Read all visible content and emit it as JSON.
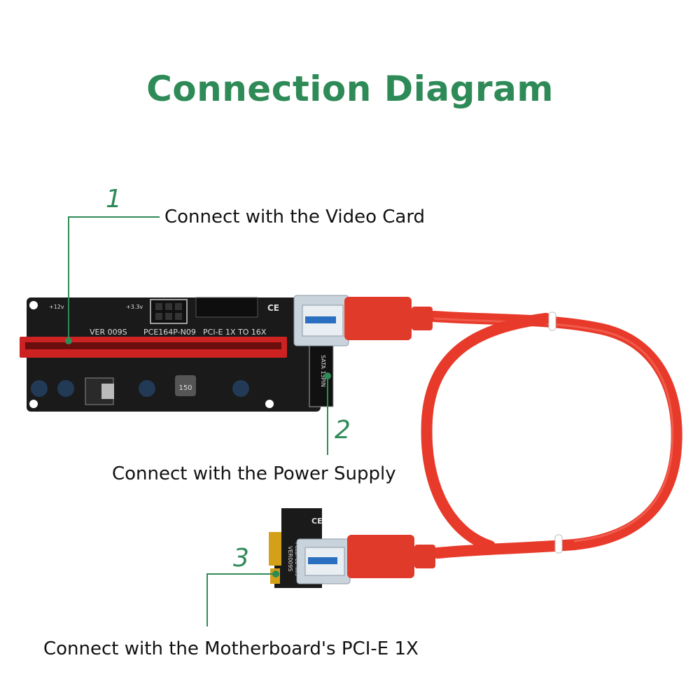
{
  "title": "Connection Diagram",
  "callouts": [
    {
      "number": "1",
      "text": "Connect with the Video Card"
    },
    {
      "number": "2",
      "text": "Connect with the Power Supply"
    },
    {
      "number": "3",
      "text": "Connect with the Motherboard's PCI-E 1X"
    }
  ],
  "board": {
    "version": "VER 009S",
    "connector_code": "PCE164P-N09",
    "slot_text": "PCI-E 1X TO 16X",
    "v12": "+12v",
    "v33": "+3.3v",
    "sata_text": "SATA 15PIN",
    "inductor": "150",
    "ce": "CE"
  },
  "small_board": {
    "version": "VER009S",
    "code": "PCE2PCE-N03",
    "ce": "CE"
  },
  "colors": {
    "accent": "#2e8b57",
    "pcb": "#1a1a1a",
    "slot": "#cc2222",
    "cable": "#e83a2a",
    "usb": "#c9d3dc"
  }
}
